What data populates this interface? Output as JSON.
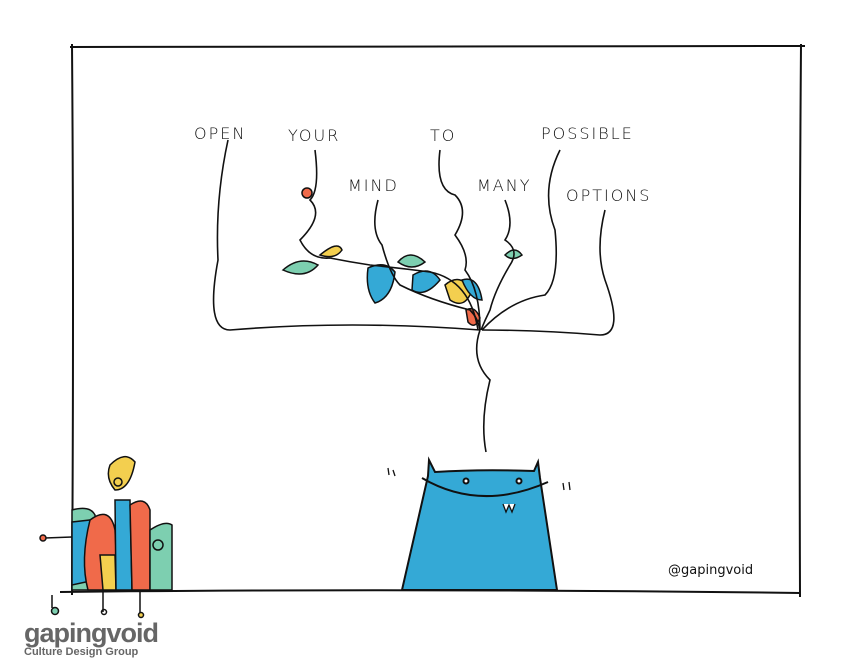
{
  "cartoon": {
    "words": [
      "OPEN",
      "YOUR",
      "MIND",
      "TO",
      "MANY",
      "POSSIBLE",
      "OPTIONS"
    ],
    "handle": "@gapingvoid"
  },
  "logo": {
    "name": "gapingvoid",
    "tagline": "Culture Design Group"
  },
  "colors": {
    "blue": "#34a9d6",
    "teal": "#7dcfb0",
    "yellow": "#f3cf4f",
    "orange": "#f06a4a",
    "ink": "#111111"
  }
}
